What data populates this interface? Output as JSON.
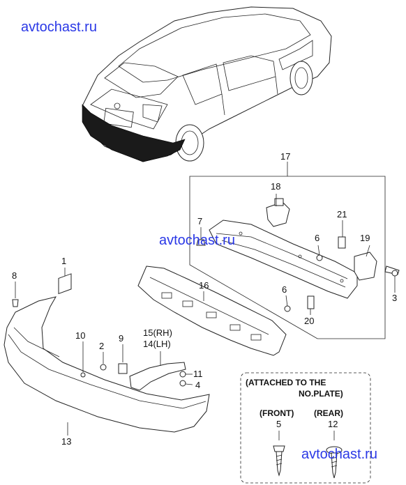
{
  "watermarks": [
    "avtochast.ru",
    "avtochast.ru",
    "avtochast.ru"
  ],
  "callouts": {
    "p1": "1",
    "p2": "2",
    "p3": "3",
    "p4": "4",
    "p5": "5",
    "p6a": "6",
    "p6b": "6",
    "p7": "7",
    "p8": "8",
    "p9": "9",
    "p10": "10",
    "p11": "11",
    "p12": "12",
    "p13": "13",
    "p14": "14(LH)",
    "p15": "15(RH)",
    "p16": "16",
    "p17": "17",
    "p18": "18",
    "p19": "19",
    "p20": "20",
    "p21": "21"
  },
  "inset": {
    "title_line1": "(ATTACHED TO THE",
    "title_line2": "NO.PLATE)",
    "front_label": "(FRONT)",
    "rear_label": "(REAR)"
  }
}
